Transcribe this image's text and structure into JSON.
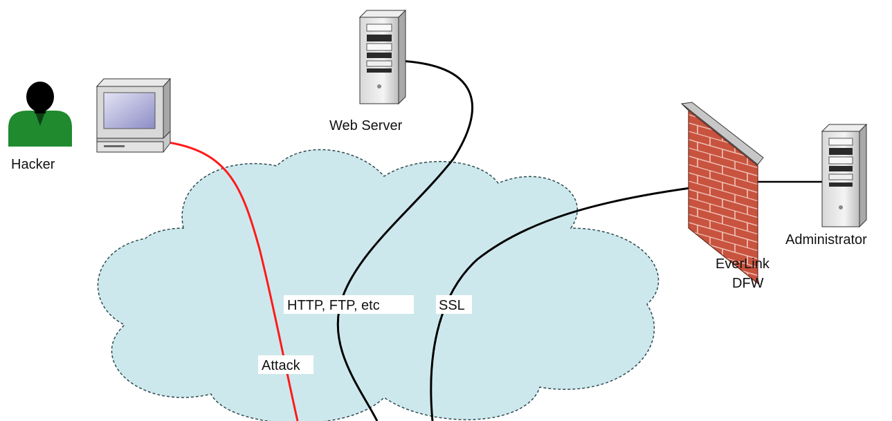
{
  "nodes": {
    "hacker": {
      "label": "Hacker",
      "icon": "person-icon"
    },
    "hacker_pc": {
      "icon": "desktop-computer-icon"
    },
    "web_server": {
      "label": "Web Server",
      "icon": "server-tower-icon"
    },
    "firewall": {
      "label_line1": "EverLink",
      "label_line2": "DFW",
      "icon": "brick-firewall-icon"
    },
    "administrator": {
      "label": "Administrator",
      "icon": "server-tower-icon"
    },
    "internet": {
      "icon": "cloud-icon"
    }
  },
  "connections": {
    "attack": {
      "label": "Attack",
      "color": "#ff1a1a"
    },
    "web": {
      "label": "HTTP, FTP, etc",
      "color": "#000000"
    },
    "ssl": {
      "label": "SSL",
      "color": "#000000"
    },
    "admin_link": {
      "color": "#000000"
    }
  },
  "colors": {
    "cloud_fill": "#cde8ec",
    "cloud_stroke": "#2d4a50",
    "person_body": "#1f8a2e",
    "brick": "#c8533e"
  }
}
